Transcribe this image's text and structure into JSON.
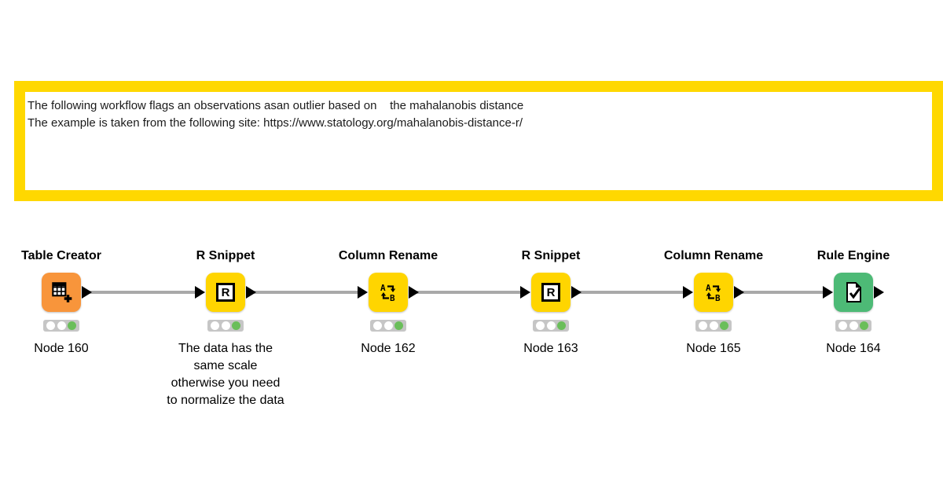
{
  "annotation": {
    "line1": "The following workflow flags an observations asan outlier based on    the mahalanobis distance",
    "line2": "",
    "line3": "The example is taken from the following site: https://www.statology.org/mahalanobis-distance-r/"
  },
  "nodes": [
    {
      "title": "Table Creator",
      "label": "Node 160",
      "status": "executed"
    },
    {
      "title": "R Snippet",
      "label": "",
      "status": "executed",
      "comment_lines": [
        "The data has the",
        "same scale",
        "otherwise you need",
        "to normalize the data"
      ]
    },
    {
      "title": "Column Rename",
      "label": "Node 162",
      "status": "executed"
    },
    {
      "title": "R Snippet",
      "label": "Node 163",
      "status": "executed"
    },
    {
      "title": "Column Rename",
      "label": "Node 165",
      "status": "executed"
    },
    {
      "title": "Rule Engine",
      "label": "Node 164",
      "status": "executed"
    }
  ],
  "icons": {
    "table_creator": "table-grid-plus-icon",
    "r_snippet": "r-letter-icon",
    "column_rename": "a-to-b-rename-icon",
    "rule_engine": "document-checkmark-icon"
  },
  "colors": {
    "annotation_border": "#FFD800",
    "source_node": "#F8953B",
    "manipulator_node": "#FFD500",
    "rule_engine_node": "#4DBA76",
    "status_green": "#6ABE5A",
    "wire": "#A9A9A9"
  }
}
